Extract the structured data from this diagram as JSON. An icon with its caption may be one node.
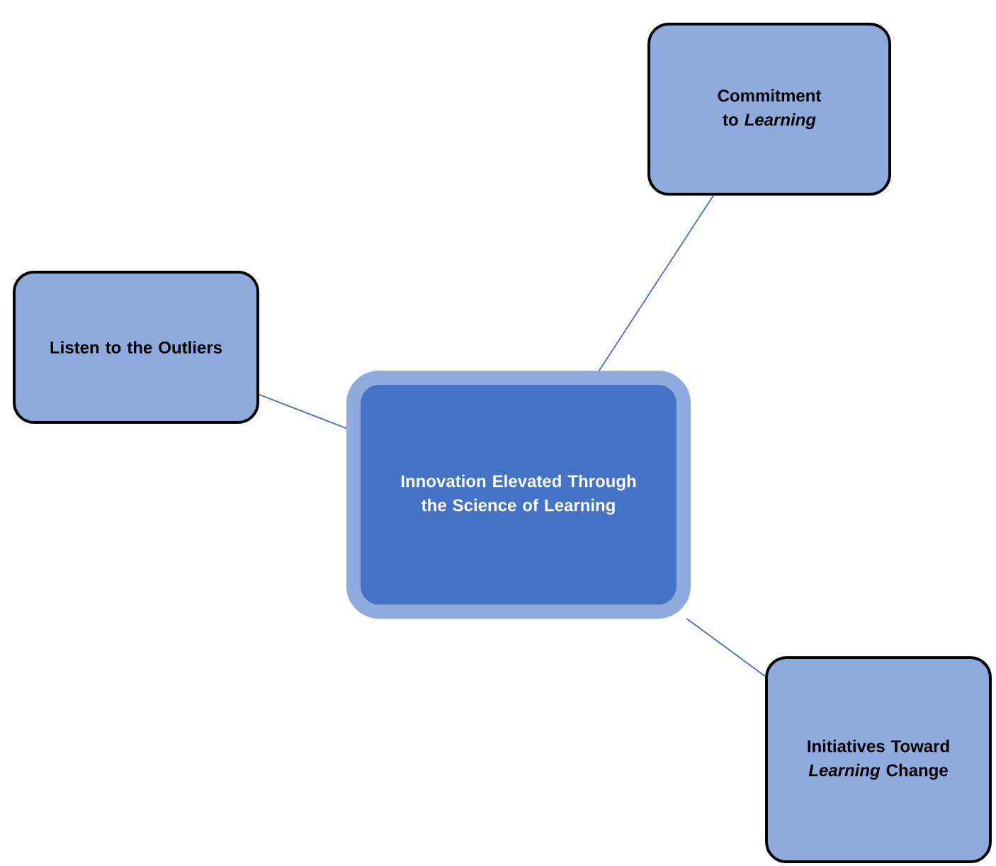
{
  "diagram": {
    "nodes": [
      {
        "text": [
          "Commitment to *Learning*"
        ]
      },
      {
        "text": [
          "Listen to the Outliers"
        ]
      },
      {
        "text": [
          "Innovation Elevated Through the Science of Learning"
        ]
      },
      {
        "text": [
          "Initiatives Toward *Learning* Change"
        ]
      }
    ],
    "edges": [
      {
        "from": 2,
        "to": 0,
        "arrow": "none"
      },
      {
        "from": 2,
        "to": 1,
        "arrow": "none"
      },
      {
        "from": 2,
        "to": 3,
        "arrow": "none"
      }
    ]
  }
}
